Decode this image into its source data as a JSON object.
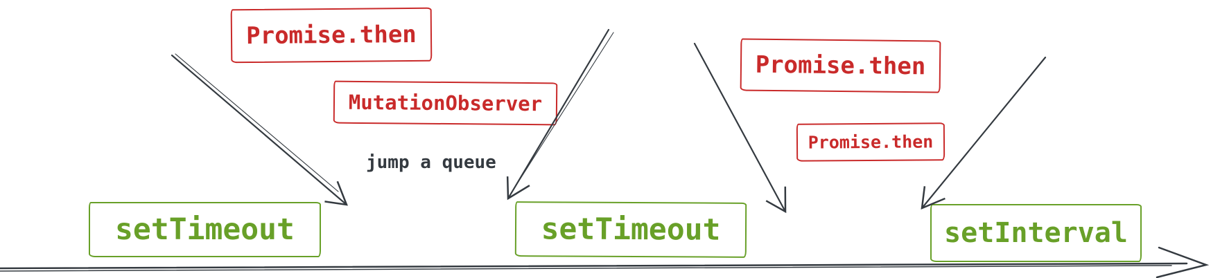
{
  "colors": {
    "red": "#c92a2a",
    "green": "#68a028",
    "ink": "#343a40",
    "background": "#ffffff"
  },
  "boxes": {
    "microtasks": [
      {
        "label": "Promise.then"
      },
      {
        "label": "MutationObserver"
      },
      {
        "label": "Promise.then"
      },
      {
        "label": "Promise.then"
      }
    ],
    "tasks": [
      {
        "label": "setTimeout"
      },
      {
        "label": "setTimeout"
      },
      {
        "label": "setInterval"
      }
    ]
  },
  "annotation": {
    "text": "jump a queue"
  }
}
